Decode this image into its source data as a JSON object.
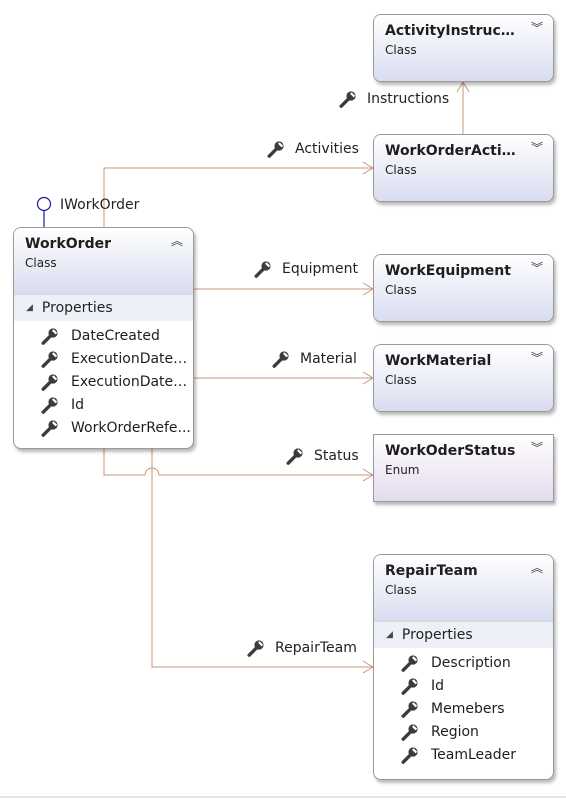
{
  "colors": {
    "connector": "#c8957a",
    "interface": "#1a1aa6",
    "class_header": "#d9dcf0",
    "enum_header": "#e4dcee"
  },
  "interface_lollipop": {
    "label": "IWorkOrder"
  },
  "shapes": {
    "activity_instruction": {
      "title": "ActivityInstructi...",
      "stereotype": "Class",
      "toggle_icon": "chevron-double-down"
    },
    "work_order_activity": {
      "title": "WorkOrderActiv...",
      "stereotype": "Class",
      "toggle_icon": "chevron-double-down"
    },
    "work_order": {
      "title": "WorkOrder",
      "stereotype": "Class",
      "toggle_icon": "chevron-double-up",
      "section_label": "Properties",
      "properties": [
        "DateCreated",
        "ExecutionDateC...",
        "ExecutionDateS...",
        "Id",
        "WorkOrderRefe..."
      ]
    },
    "work_equipment": {
      "title": "WorkEquipment",
      "stereotype": "Class",
      "toggle_icon": "chevron-double-down"
    },
    "work_material": {
      "title": "WorkMaterial",
      "stereotype": "Class",
      "toggle_icon": "chevron-double-down"
    },
    "work_oder_status": {
      "title": "WorkOderStatus",
      "stereotype": "Enum",
      "toggle_icon": "chevron-double-down"
    },
    "repair_team": {
      "title": "RepairTeam",
      "stereotype": "Class",
      "toggle_icon": "chevron-double-up",
      "section_label": "Properties",
      "properties": [
        "Description",
        "Id",
        "Memebers",
        "Region",
        "TeamLeader"
      ]
    }
  },
  "associations": {
    "instructions": "Instructions",
    "activities": "Activities",
    "equipment": "Equipment",
    "material": "Material",
    "status": "Status",
    "repair_team": "RepairTeam"
  }
}
